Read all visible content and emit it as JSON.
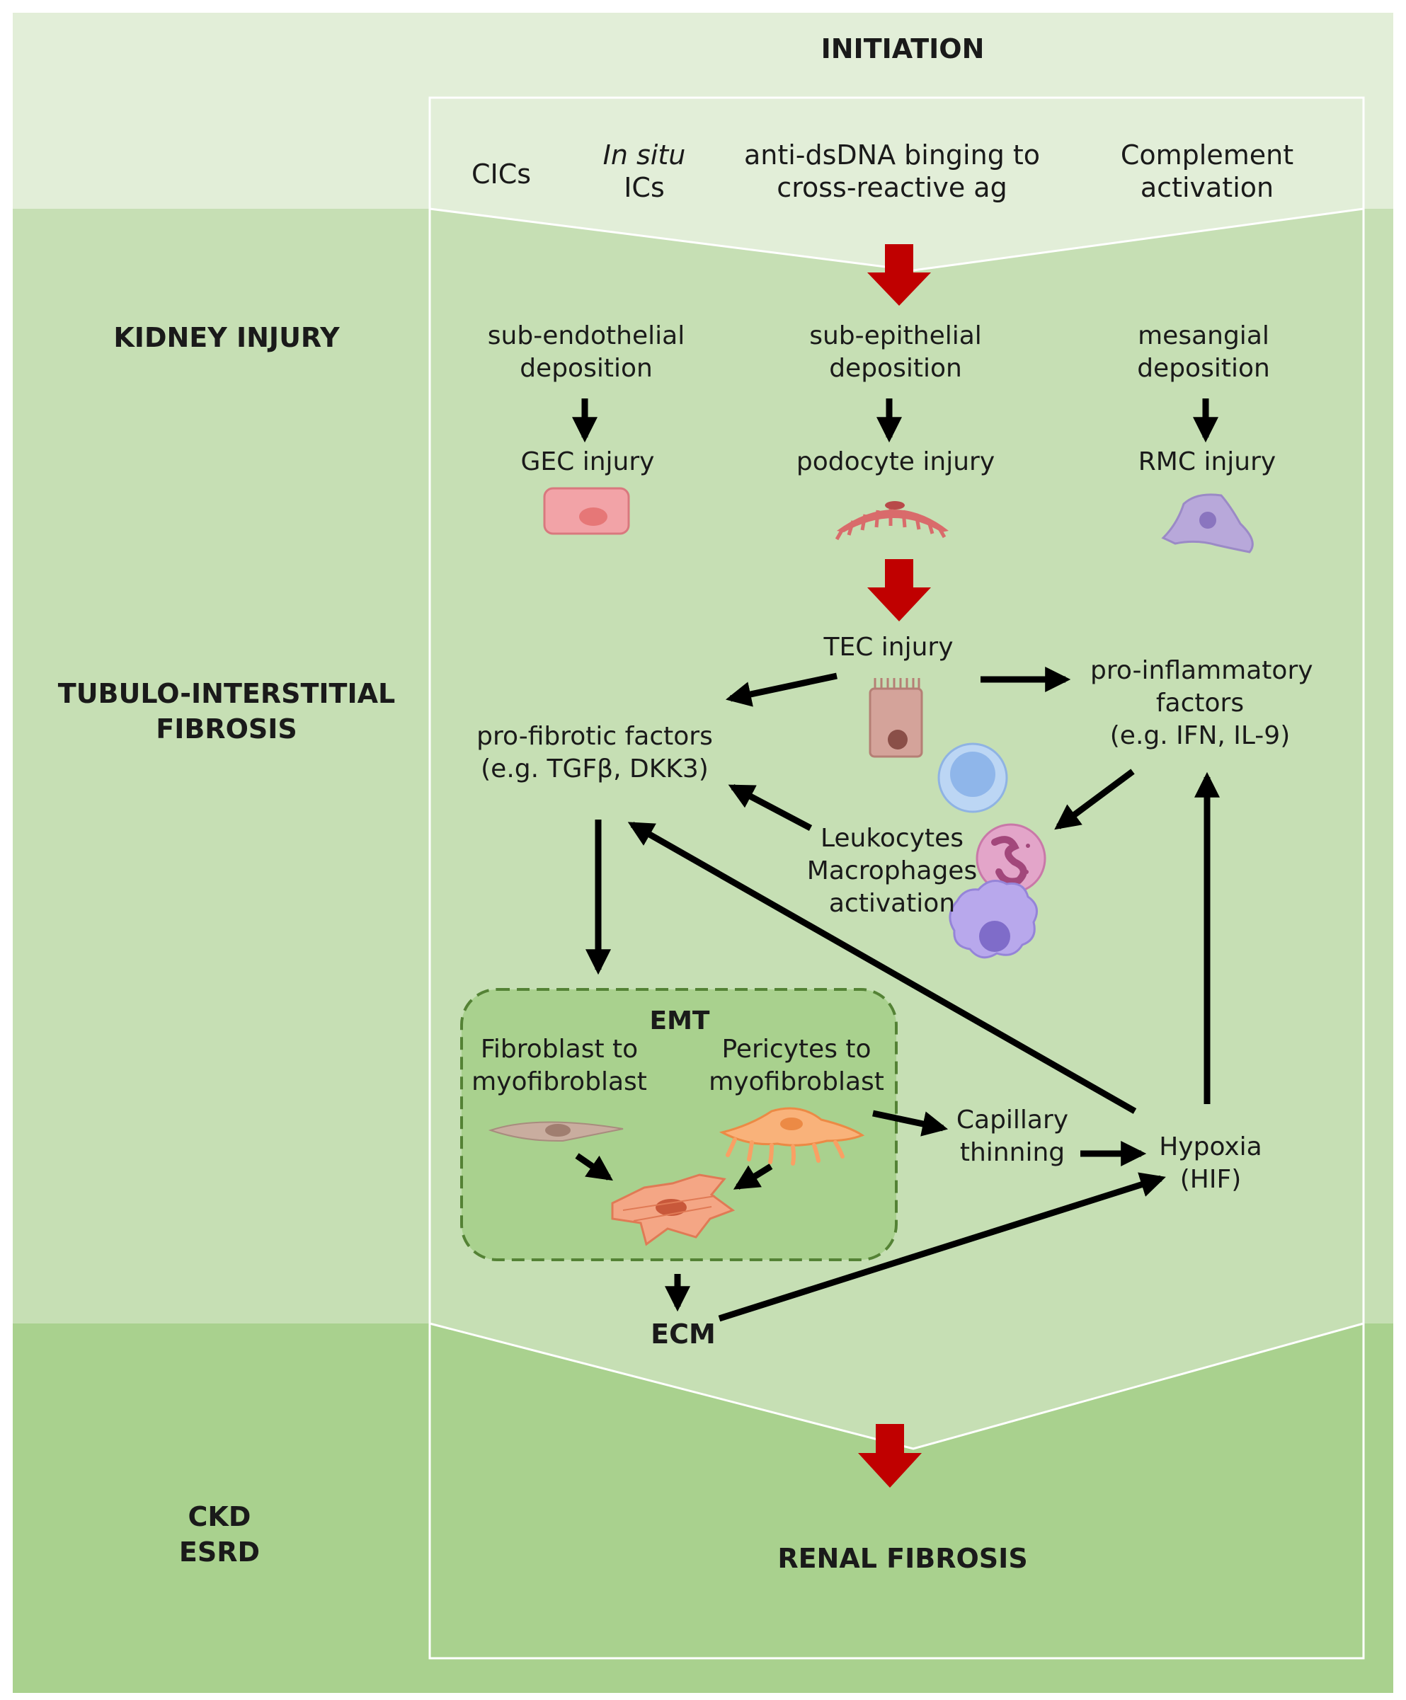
{
  "rows": {
    "initiation": "INITIATION",
    "kidney_injury": "KIDNEY INJURY",
    "tubulo_line1": "TUBULO-INTERSTITIAL",
    "tubulo_line2": "FIBROSIS",
    "ckd": "CKD",
    "esrd": "ESRD"
  },
  "initiation_items": {
    "cics": "CICs",
    "insitu_line1": "In situ",
    "insitu_line2": "ICs",
    "antidsdna_line1": "anti-dsDNA binging to",
    "antidsdna_line2": "cross-reactive ag",
    "complement_line1": "Complement",
    "complement_line2": "activation"
  },
  "injury": {
    "subendo_line1": "sub-endothelial",
    "subendo_line2": "deposition",
    "subepi_line1": "sub-epithelial",
    "subepi_line2": "deposition",
    "mesangial_line1": "mesangial",
    "mesangial_line2": "deposition",
    "gec": "GEC injury",
    "podocyte": "podocyte injury",
    "rmc": "RMC injury"
  },
  "fibrosis": {
    "tec": "TEC injury",
    "profibrotic_line1": "pro-fibrotic factors",
    "profibrotic_line2": "(e.g. TGFβ, DKK3)",
    "proinflam_line1": "pro-inflammatory",
    "proinflam_line2": "factors",
    "proinflam_line3": "(e.g. IFN, IL-9)",
    "leuko_line1": "Leukocytes",
    "leuko_line2": "Macrophages",
    "leuko_line3": "activation",
    "emt": "EMT",
    "fibro_line1": "Fibroblast to",
    "fibro_line2": "myofibroblast",
    "peri_line1": "Pericytes to",
    "peri_line2": "myofibroblast",
    "capillary_line1": "Capillary",
    "capillary_line2": "thinning",
    "hypoxia_line1": "Hypoxia",
    "hypoxia_line2": "(HIF)",
    "ecm": "ECM"
  },
  "outcome": {
    "renal_fibrosis": "RENAL FIBROSIS"
  },
  "colors": {
    "band_light": "#e2eed8",
    "band_mid": "#c6dfb4",
    "band_dark": "#a9d18e",
    "emt_box": "#a9d18e",
    "emt_border": "#548235",
    "red_arrow": "#c00000",
    "black_arrow": "#000000"
  }
}
